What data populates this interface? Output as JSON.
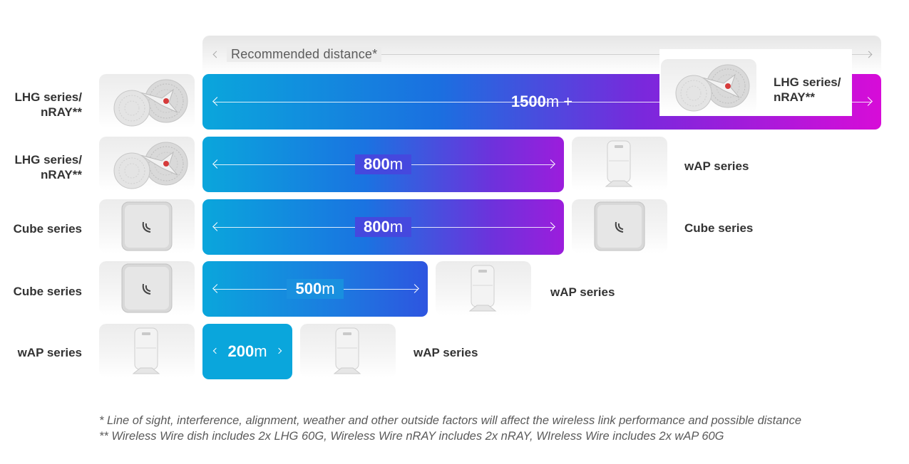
{
  "header": {
    "label": "Recommended distance*"
  },
  "rows": [
    {
      "left_label": "LHG series/ nRAY**",
      "left_device_icon": "lhg-dish-icon",
      "distance": "1500",
      "unit": "m +",
      "right_label": "LHG series/ nRAY**",
      "right_device_icon": "lhg-dish-icon"
    },
    {
      "left_label": "LHG series/ nRAY**",
      "left_device_icon": "lhg-dish-icon",
      "distance": "800",
      "unit": "m",
      "right_label": "wAP series",
      "right_device_icon": "wap-device-icon"
    },
    {
      "left_label": "Cube series",
      "left_device_icon": "cube-device-icon",
      "distance": "800",
      "unit": "m",
      "right_label": "Cube series",
      "right_device_icon": "cube-device-icon"
    },
    {
      "left_label": "Cube series",
      "left_device_icon": "cube-device-icon",
      "distance": "500",
      "unit": "m",
      "right_label": "wAP series",
      "right_device_icon": "wap-device-icon"
    },
    {
      "left_label": "wAP series",
      "left_device_icon": "wap-device-icon",
      "distance": "200",
      "unit": "m",
      "right_label": "wAP series",
      "right_device_icon": "wap-device-icon"
    }
  ],
  "footnotes": [
    "* Line of sight, interference, alignment, weather and other outside factors will affect the wireless link performance and possible distance",
    "** Wireless Wire dish includes 2x LHG 60G, Wireless Wire nRAY includes 2x nRAY, WIreless Wire includes 2x wAP 60G"
  ],
  "colors": {
    "cyan": "#0aa6dc",
    "blue": "#1b6fe0",
    "purple": "#7a28dc",
    "magenta": "#d70cd8"
  }
}
